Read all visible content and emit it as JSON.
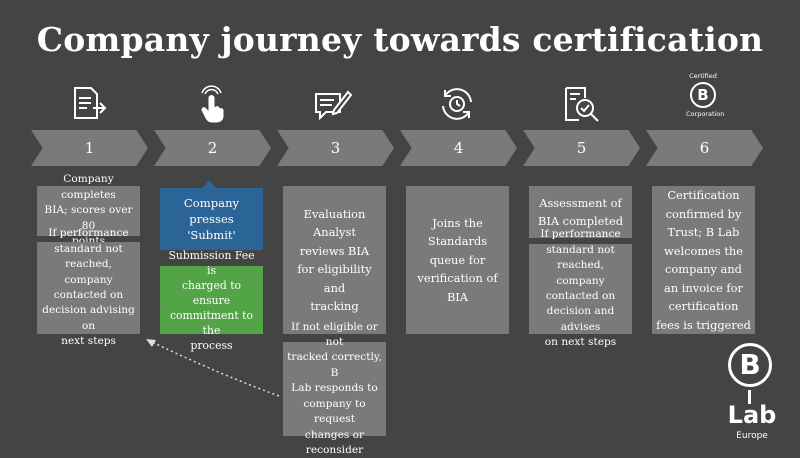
{
  "title": "Company journey towards certification",
  "steps": [
    {
      "num": "1",
      "icon": "document-arrow-icon"
    },
    {
      "num": "2",
      "icon": "hand-pointer-icon"
    },
    {
      "num": "3",
      "icon": "speech-bubble-pen-icon"
    },
    {
      "num": "4",
      "icon": "refresh-clock-icon"
    },
    {
      "num": "5",
      "icon": "document-magnifier-check-icon"
    },
    {
      "num": "6",
      "icon": "certified-b-corporation-icon"
    }
  ],
  "certified_icon": {
    "top": "Certified",
    "letter": "B",
    "bottom": "Corporation"
  },
  "boxes": {
    "s1_a": [
      "Company completes",
      "BIA; scores over 80",
      "points"
    ],
    "s1_b": [
      "If performance",
      "standard not",
      "reached, company",
      "contacted on",
      "decision advising on",
      "next steps"
    ],
    "s2_a": [
      "Company presses",
      "'Submit'"
    ],
    "s2_b": [
      "Submission Fee is",
      "charged to ensure",
      "commitment to the",
      "process"
    ],
    "s3_a": [
      "Evaluation",
      "Analyst",
      "reviews BIA",
      "for eligibility",
      "and",
      "tracking"
    ],
    "s3_b": [
      "If not eligible or not",
      "tracked correctly, B",
      "Lab responds to",
      "company to request",
      "changes or",
      "reconsider"
    ],
    "s4_a": [
      "Joins the",
      "Standards",
      "queue for",
      "verification of",
      "BIA"
    ],
    "s5_a": [
      "Assessment of",
      "BIA completed"
    ],
    "s5_b": [
      "If performance",
      "standard not",
      "reached, company",
      "contacted on",
      "decision and advises",
      "on next steps"
    ],
    "s6_a": [
      "Certification",
      "confirmed by",
      "Trust; B Lab",
      "welcomes the",
      "company and",
      "an invoice for",
      "certification",
      "fees is triggered"
    ]
  },
  "logo": {
    "letter": "B",
    "word": "Lab",
    "region": "Europe"
  },
  "colors": {
    "background": "#444444",
    "box": "#7a7a7a",
    "blue": "#2b6496",
    "green": "#52a447"
  }
}
